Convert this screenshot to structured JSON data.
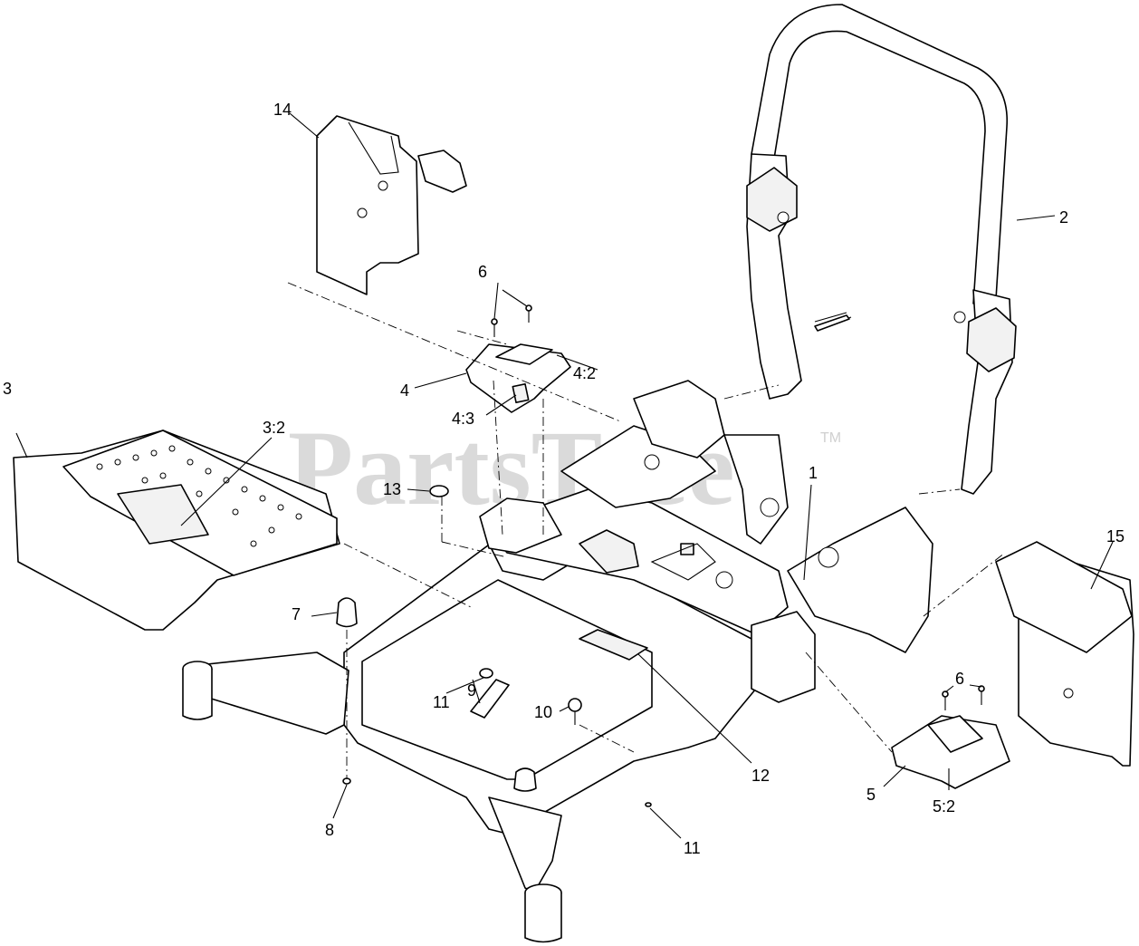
{
  "watermark": {
    "text": "PartsTree",
    "trademark": "TM"
  },
  "callouts": [
    {
      "id": "c1",
      "label": "1"
    },
    {
      "id": "c2",
      "label": "2"
    },
    {
      "id": "c3",
      "label": "3"
    },
    {
      "id": "c3-2",
      "label": "3:2"
    },
    {
      "id": "c4",
      "label": "4"
    },
    {
      "id": "c4-2",
      "label": "4:2"
    },
    {
      "id": "c4-3",
      "label": "4:3"
    },
    {
      "id": "c5",
      "label": "5"
    },
    {
      "id": "c5-2",
      "label": "5:2"
    },
    {
      "id": "c6a",
      "label": "6"
    },
    {
      "id": "c6b",
      "label": "6"
    },
    {
      "id": "c7",
      "label": "7"
    },
    {
      "id": "c8",
      "label": "8"
    },
    {
      "id": "c9",
      "label": "9"
    },
    {
      "id": "c10",
      "label": "10"
    },
    {
      "id": "c11a",
      "label": "11"
    },
    {
      "id": "c11b",
      "label": "11"
    },
    {
      "id": "c12",
      "label": "12"
    },
    {
      "id": "c13",
      "label": "13"
    },
    {
      "id": "c14",
      "label": "14"
    },
    {
      "id": "c15",
      "label": "15"
    }
  ]
}
